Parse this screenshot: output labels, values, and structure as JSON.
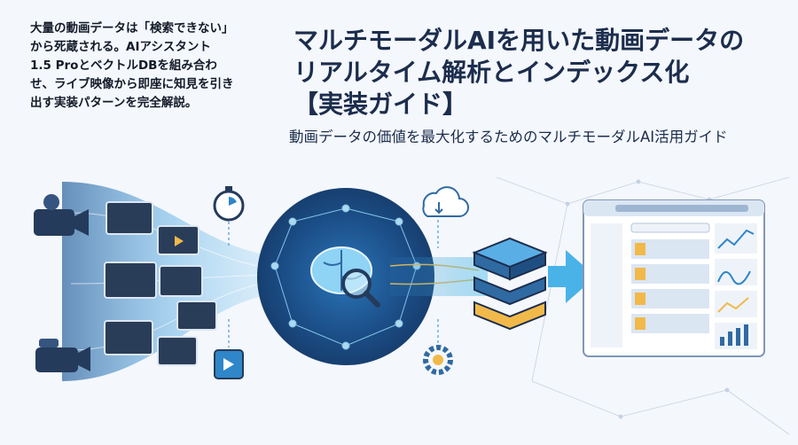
{
  "intro": {
    "lines": [
      "大量の動画データは「検索できない」",
      "から死蔵される。AIアシスタント",
      "1.5 ProとベクトルDBを組み合わ",
      "せ、ライブ映像から即座に知見を引き",
      "出す実装パターンを完全解説。"
    ]
  },
  "title": {
    "lines": [
      "マルチモーダルAIを用いた動画データの",
      "リアルタイム解析とインデックス化",
      "【実装ガイド】"
    ]
  },
  "subtitle": "動画データの価値を最大化するためのマルチモーダルAI活用ガイド",
  "colors": {
    "navy": "#1c2d4d",
    "accent": "#2f86c9",
    "cyan": "#49b3e8",
    "gold": "#f1b94a",
    "background": "#f4f7fb"
  },
  "icons": [
    "video-camera-icon",
    "movie-camera-icon",
    "stopwatch-icon",
    "ai-brain-icon",
    "magnifier-icon",
    "cloud-sync-icon",
    "video-chip-icon",
    "gear-icon",
    "database-stack-icon",
    "dashboard-window-icon"
  ]
}
